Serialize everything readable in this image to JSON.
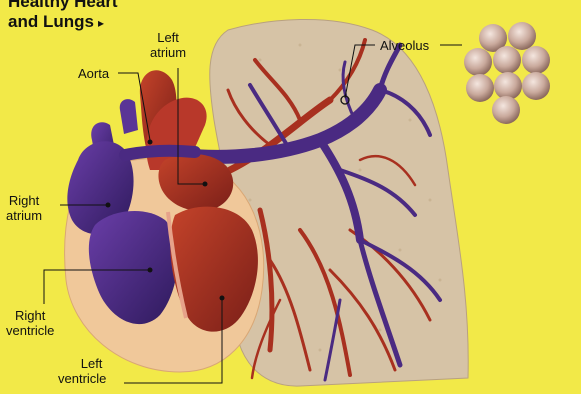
{
  "title": {
    "line1": "Healthy Heart",
    "line2": "and Lungs",
    "arrow": "▸"
  },
  "labels": {
    "left_atrium": {
      "line1": "Left",
      "line2": "atrium"
    },
    "aorta": "Aorta",
    "alveolus": "Alveolus",
    "right_atrium": {
      "line1": "Right",
      "line2": "atrium"
    },
    "right_ventricle": {
      "line1": "Right",
      "line2": "ventricle"
    },
    "left_ventricle": {
      "line1": "Left",
      "line2": "ventricle"
    }
  },
  "colors": {
    "background": "#f2e948",
    "lung": "#d6c3a6",
    "pericardium": "#f0c89a",
    "artery_red": "#a8301f",
    "vein_purple": "#4a2a82",
    "alveoli": "#c7a79a"
  }
}
